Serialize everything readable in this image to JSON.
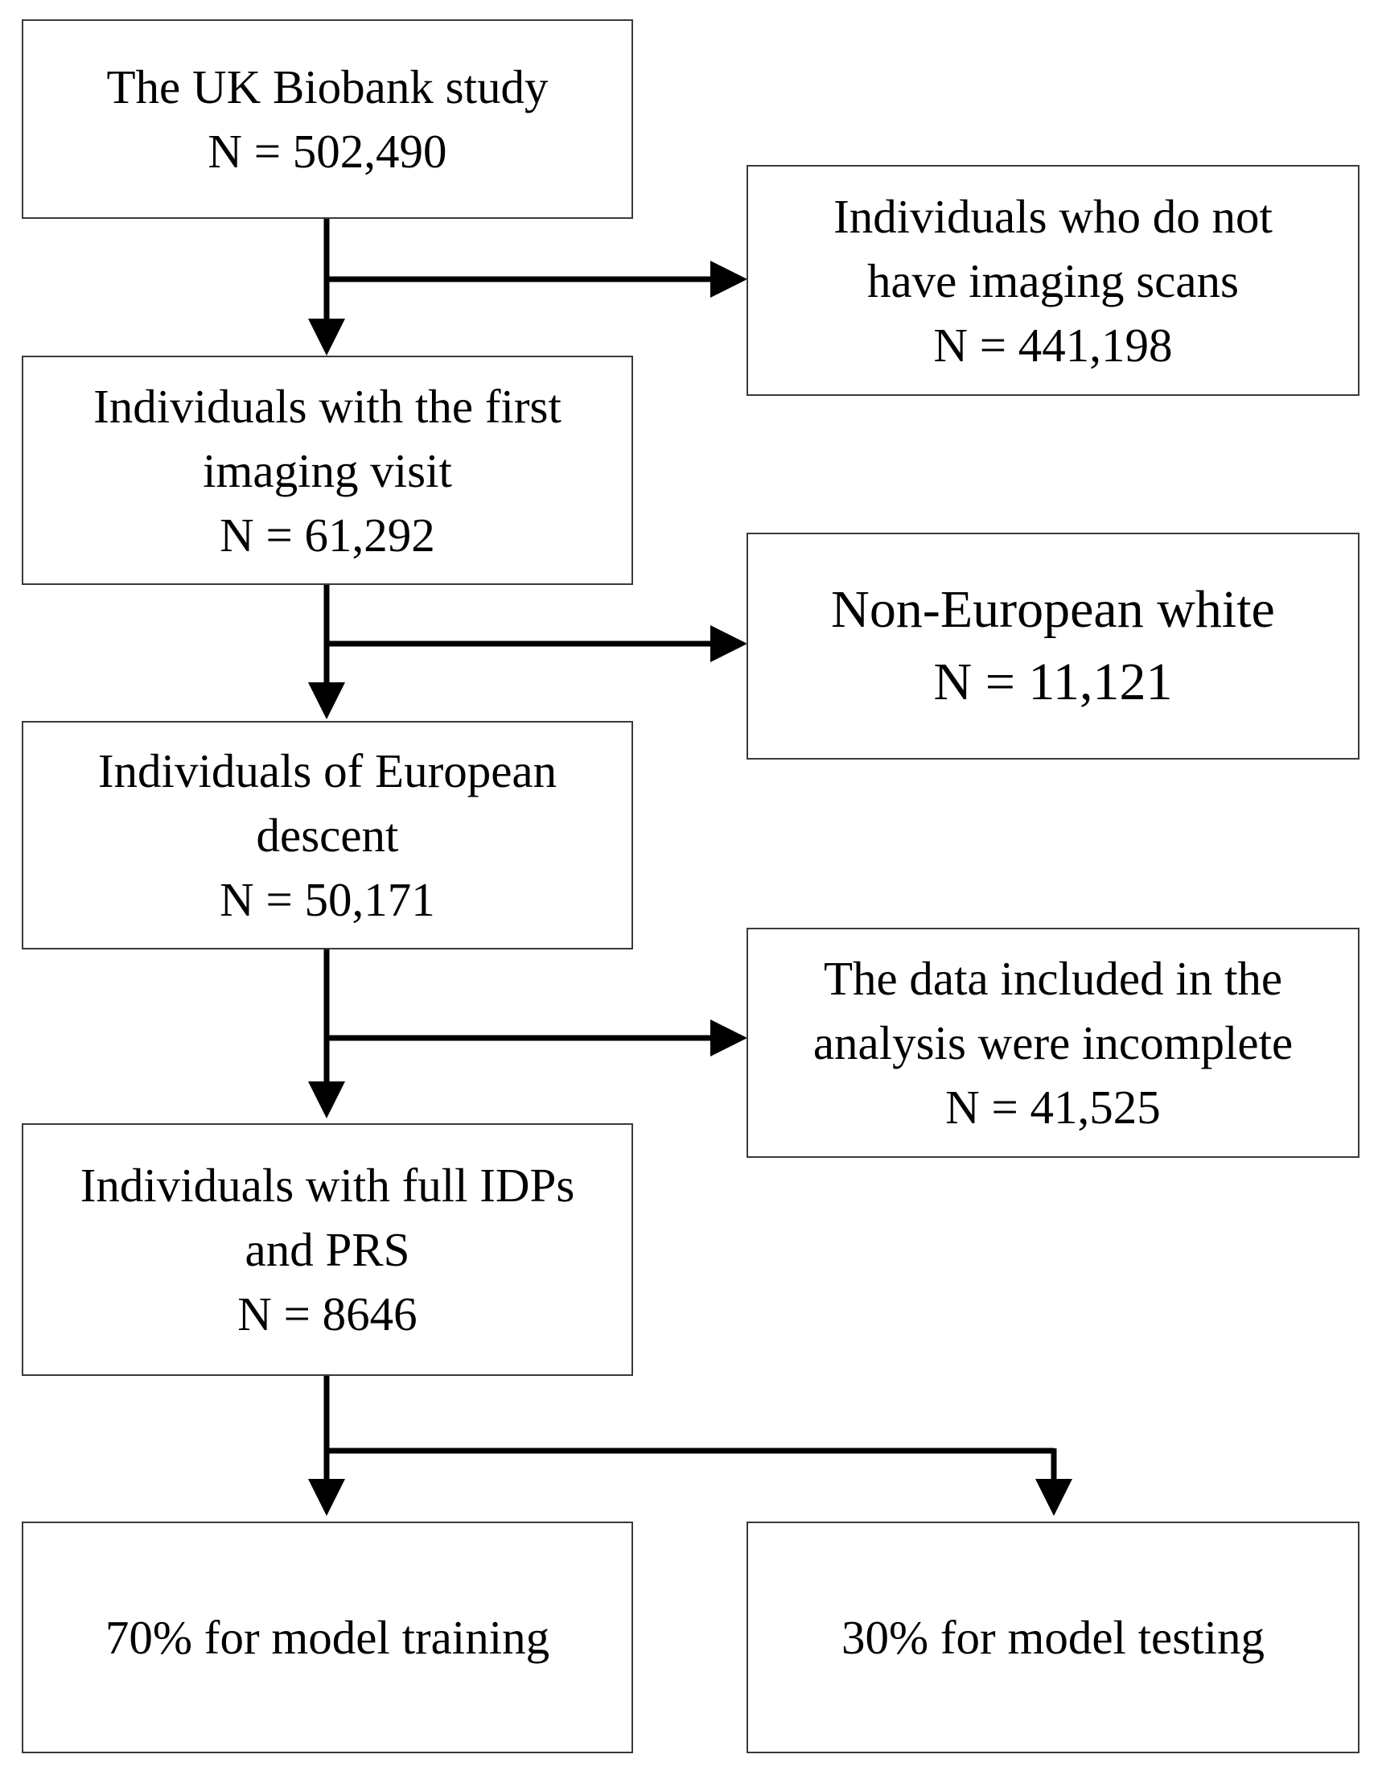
{
  "boxes": {
    "study": {
      "line1": "The UK Biobank study",
      "line2": "N = 502,490"
    },
    "first_imaging": {
      "line1": "Individuals with the first",
      "line2": "imaging visit",
      "line3": "N = 61,292"
    },
    "european": {
      "line1": "Individuals of European",
      "line2": "descent",
      "line3": "N = 50,171"
    },
    "full_idps": {
      "line1": "Individuals with full IDPs",
      "line2": "and PRS",
      "line3": "N = 8646"
    },
    "no_imaging": {
      "line1": "Individuals who do not",
      "line2": "have imaging scans",
      "line3": "N = 441,198"
    },
    "non_european": {
      "line1": "Non-European white",
      "line2": "N = 11,121"
    },
    "incomplete": {
      "line1": "The data included in the",
      "line2": "analysis were incomplete",
      "line3": "N = 41,525"
    },
    "training": {
      "line1": "70% for model training"
    },
    "testing": {
      "line1": "30% for model testing"
    }
  },
  "colors": {
    "border": "#3a3a3a",
    "arrow": "#000000",
    "text": "#000000"
  }
}
